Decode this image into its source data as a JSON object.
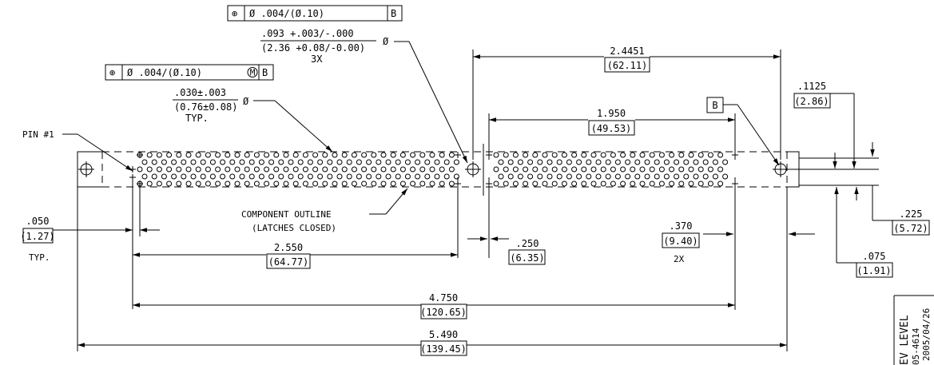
{
  "fcf_top": {
    "symbol": "⊕",
    "tolerance": "Ø .004/(Ø.10)",
    "datum": "B"
  },
  "fcf_mid": {
    "symbol": "⊕",
    "tolerance": "Ø .004/(Ø.10)",
    "modifier": "M",
    "datum": "B"
  },
  "hole_large": {
    "nominal": ".093 +.003/-.000",
    "metric": "(2.36 +0.08/-0.00)",
    "diameter_symbol": "Ø",
    "note": "3X"
  },
  "hole_small": {
    "nominal": ".030±.003",
    "metric": "(0.76±0.08)",
    "diameter_symbol": "Ø",
    "note": "TYP."
  },
  "pin_label": "PIN #1",
  "datum_label": "B",
  "component_outline": {
    "line1": "COMPONENT OUTLINE",
    "line2": "(LATCHES CLOSED)"
  },
  "dims": {
    "d2_4451": {
      "in": "2.4451",
      "mm": "(62.11)"
    },
    "d1_950": {
      "in": "1.950",
      "mm": "(49.53)"
    },
    "d_1125": {
      "in": ".1125",
      "mm": "(2.86)"
    },
    "d_050": {
      "in": ".050",
      "mm": "(1.27)",
      "note": "TYP."
    },
    "d2_550": {
      "in": "2.550",
      "mm": "(64.77)"
    },
    "d_250": {
      "in": ".250",
      "mm": "(6.35)"
    },
    "d_370": {
      "in": ".370",
      "mm": "(9.40)",
      "note": "2X"
    },
    "d_225": {
      "in": ".225",
      "mm": "(5.72)"
    },
    "d_075": {
      "in": ".075",
      "mm": "(1.91)"
    },
    "d4_750": {
      "in": "4.750",
      "mm": "(120.65)"
    },
    "d5_490": {
      "in": "5.490",
      "mm": "(139.45)"
    }
  },
  "rev_block": {
    "title": "EV LEVEL",
    "line2": "05-4614",
    "line3": "2005/04/26"
  }
}
